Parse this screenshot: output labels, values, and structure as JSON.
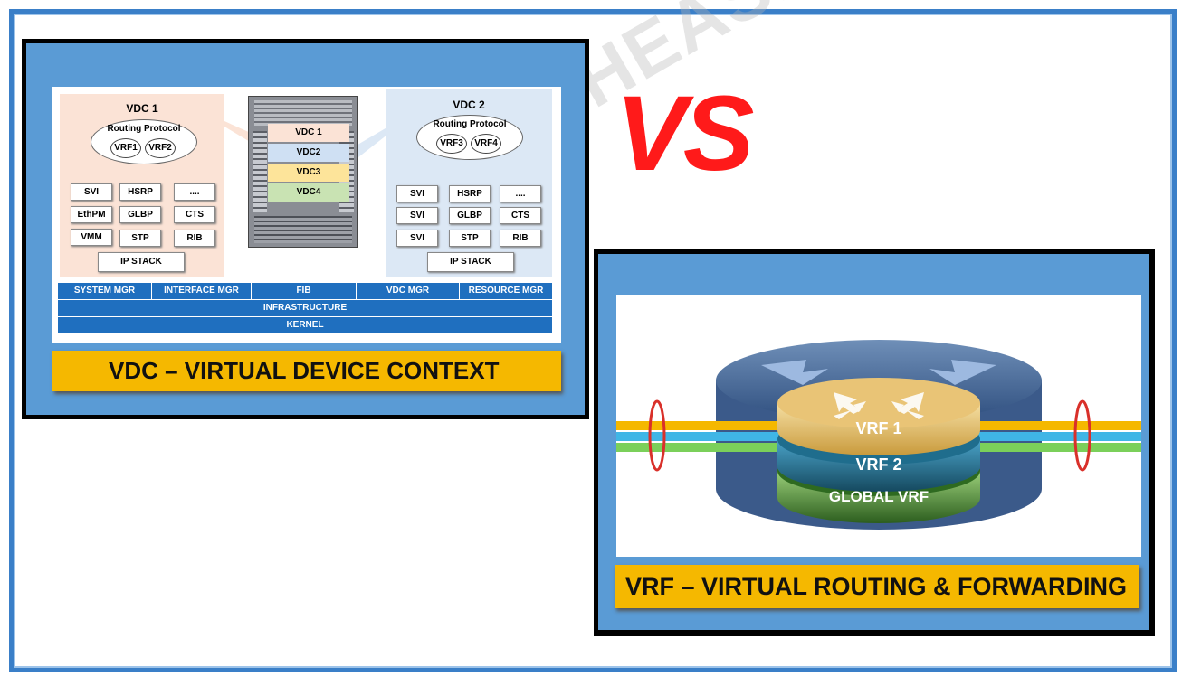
{
  "vdc_diagram": {
    "vdc1": {
      "title": "VDC 1",
      "routing_protocol": "Routing Protocol",
      "vrfs": [
        "VRF1",
        "VRF2"
      ],
      "processes": [
        "SVI",
        "HSRP",
        "....",
        "EthPM",
        "GLBP",
        "CTS",
        "VMM",
        "STP",
        "RIB"
      ],
      "ip_stack": "IP STACK"
    },
    "vdc2": {
      "title": "VDC 2",
      "routing_protocol": "Routing Protocol",
      "vrfs": [
        "VRF3",
        "VRF4"
      ],
      "processes": [
        "SVI",
        "HSRP",
        "....",
        "SVI",
        "GLBP",
        "CTS",
        "SVI",
        "STP",
        "RIB"
      ],
      "ip_stack": "IP STACK"
    },
    "chassis_slots": [
      "VDC 1",
      "VDC2",
      "VDC3",
      "VDC4"
    ],
    "managers": [
      "SYSTEM MGR",
      "INTERFACE MGR",
      "FIB",
      "VDC MGR",
      "RESOURCE MGR"
    ],
    "infrastructure": "INFRASTRUCTURE",
    "kernel": "KERNEL"
  },
  "vdc_banner": "VDC – VIRTUAL DEVICE CONTEXT",
  "vs_label": "VS",
  "watermark": "WWW.IPWITHEASE.COM",
  "vrf_diagram": {
    "layers": [
      "VRF 1",
      "VRF 2",
      "GLOBAL VRF"
    ]
  },
  "vrf_banner": "VRF – VIRTUAL ROUTING & FORWARDING",
  "colors": {
    "frame_blue": "#3a7fc8",
    "panel_blue": "#5a9bd5",
    "banner_gold": "#f5b800",
    "vs_red": "#ff1a1a"
  }
}
